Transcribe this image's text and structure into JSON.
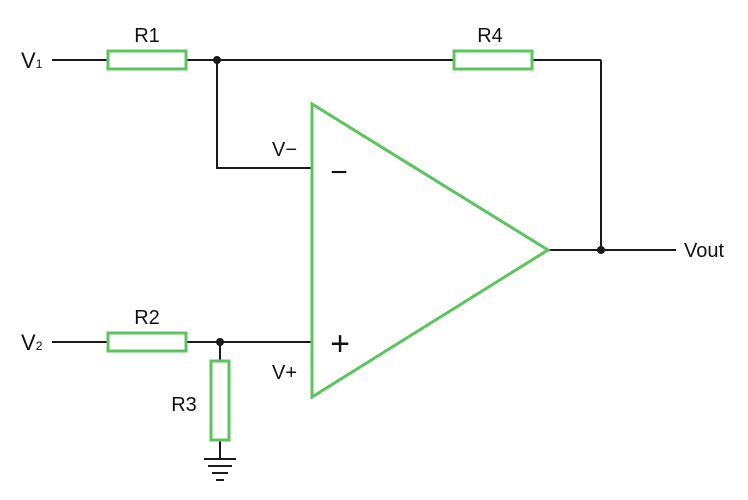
{
  "colors": {
    "component": "#5cc45f",
    "wire": "#1a1a1a",
    "text": "#111111",
    "background": "#ffffff"
  },
  "inputs": {
    "v1": {
      "main": "V",
      "sub": "1"
    },
    "v2": {
      "main": "V",
      "sub": "2"
    }
  },
  "output": {
    "label": "Vout"
  },
  "resistors": {
    "r1": "R1",
    "r2": "R2",
    "r3": "R3",
    "r4": "R4"
  },
  "opamp": {
    "inverting_node": "V−",
    "noninverting_node": "V+",
    "minus_sign": "−",
    "plus_sign": "+"
  }
}
